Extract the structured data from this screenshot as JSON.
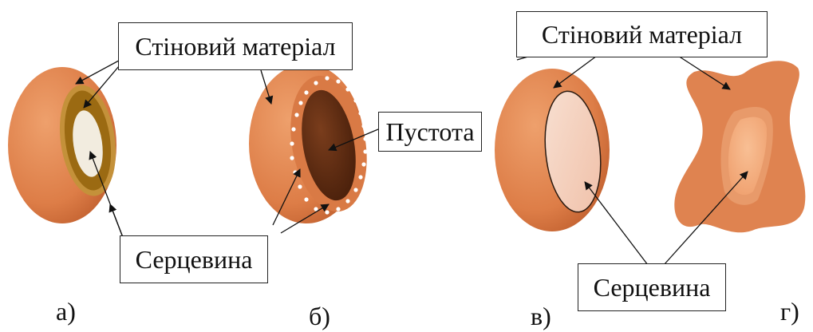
{
  "labels": {
    "wall_material_left": "Стіновий матеріал",
    "wall_material_right": "Стіновий матеріал",
    "void": "Пустота",
    "core_left": "Серцевина",
    "core_right": "Серцевина"
  },
  "panels": {
    "a": "а)",
    "b": "б)",
    "c": "в)",
    "d": "г)"
  },
  "colors": {
    "shell": "#e0834f",
    "shell_dark": "#c9653a",
    "core_light": "#f2ecdf",
    "core_ring": "#9b6a12",
    "void_dark": "#5b2a12",
    "core_pink": "#f5d0bd",
    "core_peach": "#f3a878"
  }
}
